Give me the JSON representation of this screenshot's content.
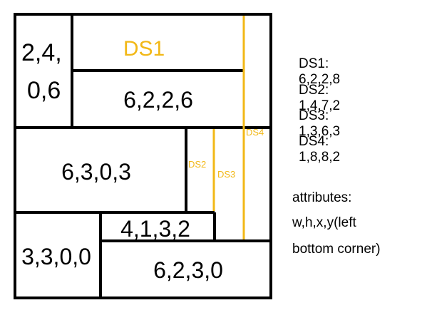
{
  "colors": {
    "line": "#000000",
    "accent": "#f2b817"
  },
  "blocks": [
    {
      "label_line1": "2,4,",
      "label_line2": "0,6"
    },
    {
      "label": "6,2,2,6"
    },
    {
      "label": "6,3,0,3"
    },
    {
      "label": "4,1,3,2"
    },
    {
      "label": "3,3,0,0"
    },
    {
      "label": "6,2,3,0"
    }
  ],
  "ds_labels": {
    "ds1": "DS1",
    "ds2": "DS2",
    "ds3": "DS3",
    "ds4": "DS4"
  },
  "legend": [
    "DS1: 6,2,2,8",
    "DS2: 1,4,7,2",
    "DS3: 1,3,6,3",
    "DS4: 1,8,8,2"
  ],
  "attributes": {
    "line1": "attributes:",
    "line2": "w,h,x,y(left",
    "line3": "bottom corner)"
  }
}
